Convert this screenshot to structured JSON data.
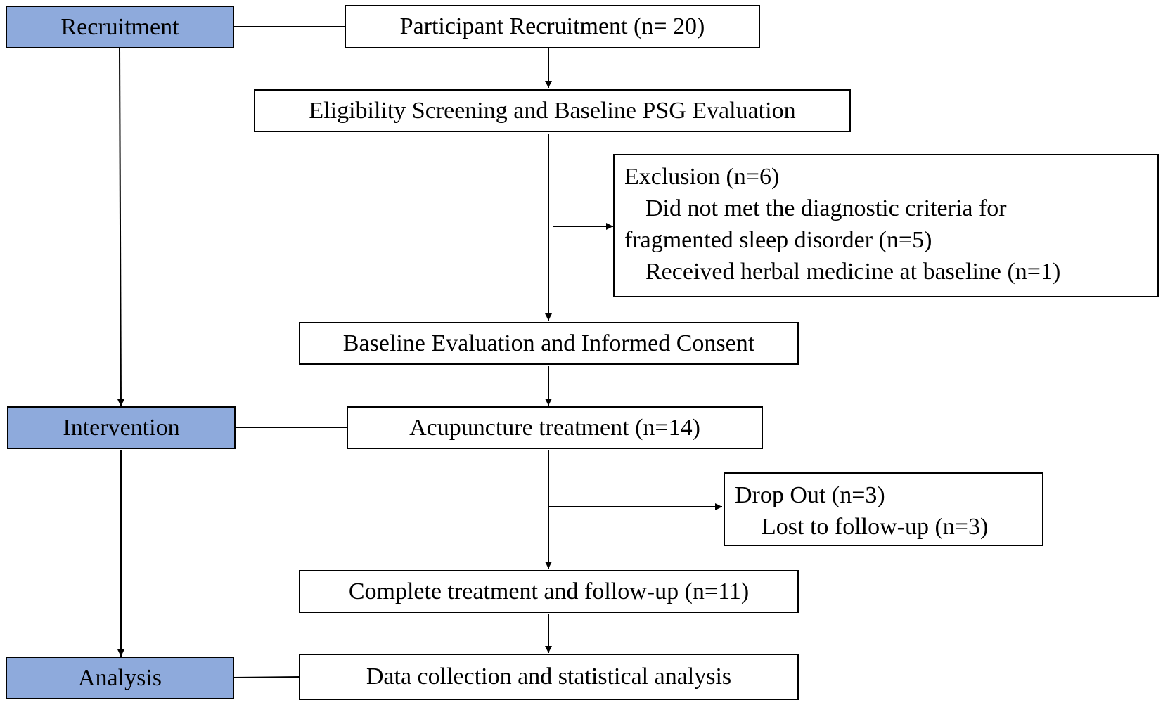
{
  "stages": {
    "recruitment": "Recruitment",
    "intervention": "Intervention",
    "analysis": "Analysis"
  },
  "boxes": {
    "participant_recruitment": "Participant Recruitment (n= 20)",
    "eligibility": "Eligibility Screening and Baseline PSG Evaluation",
    "exclusion": {
      "title": "Exclusion (n=6)",
      "line1": "Did not met the diagnostic criteria for",
      "line2": "fragmented sleep disorder (n=5)",
      "line3": "Received herbal medicine at baseline (n=1)"
    },
    "baseline_consent": "Baseline Evaluation and Informed Consent",
    "acupuncture": "Acupuncture treatment (n=14)",
    "dropout": {
      "title": "Drop Out (n=3)",
      "line1": "Lost to follow-up (n=3)"
    },
    "complete": "Complete treatment and follow-up (n=11)",
    "data_collection": "Data collection and statistical analysis"
  },
  "colors": {
    "stage_fill": "#8eaadc",
    "line": "#000000"
  }
}
